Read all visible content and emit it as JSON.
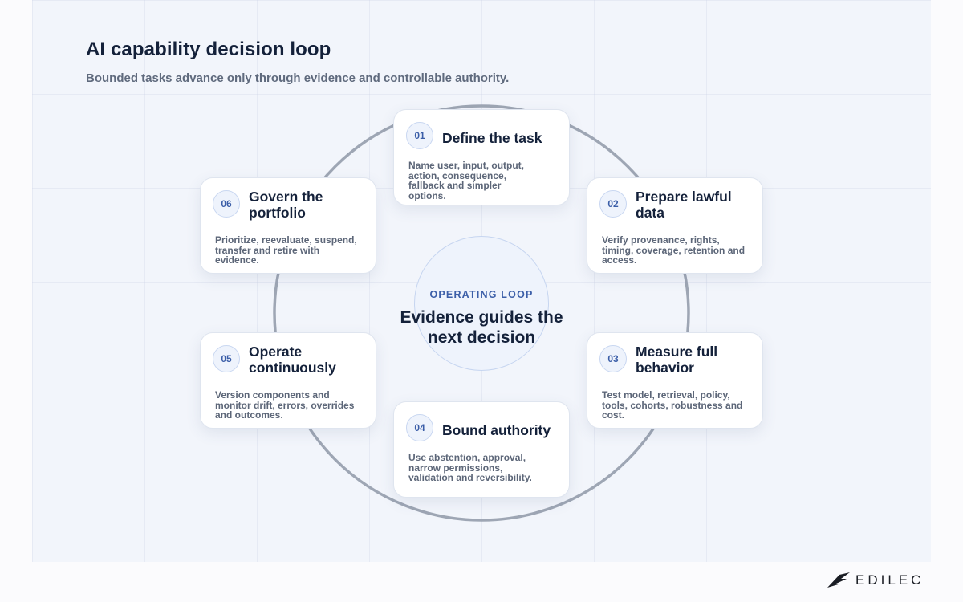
{
  "header": {
    "title": "AI capability decision loop",
    "subtitle": "Bounded tasks advance only through evidence and controllable authority."
  },
  "center": {
    "kicker": "OPERATING LOOP",
    "label": "Evidence guides the next decision"
  },
  "steps": [
    {
      "number": "01",
      "title": "Define the task",
      "body": "Name user, input, output, action, consequence, fallback and simpler options."
    },
    {
      "number": "02",
      "title": "Prepare lawful data",
      "body": "Verify provenance, rights, timing, coverage, retention and access."
    },
    {
      "number": "03",
      "title": "Measure full behavior",
      "body": "Test model, retrieval, policy, tools, cohorts, robustness and cost."
    },
    {
      "number": "04",
      "title": "Bound authority",
      "body": "Use abstention, approval, narrow permissions, validation and reversibility."
    },
    {
      "number": "05",
      "title": "Operate continuously",
      "body": "Version components and monitor drift, errors, overrides and outcomes."
    },
    {
      "number": "06",
      "title": "Govern the portfolio",
      "body": "Prioritize, reevaluate, suspend, transfer and retire with evidence."
    }
  ],
  "brand": {
    "name": "EDILEC",
    "logo_icon": "edilec-wing-logo"
  },
  "colors": {
    "accent": "#3b5ea8",
    "ring": "#9ea6b4",
    "title": "#14213a"
  }
}
